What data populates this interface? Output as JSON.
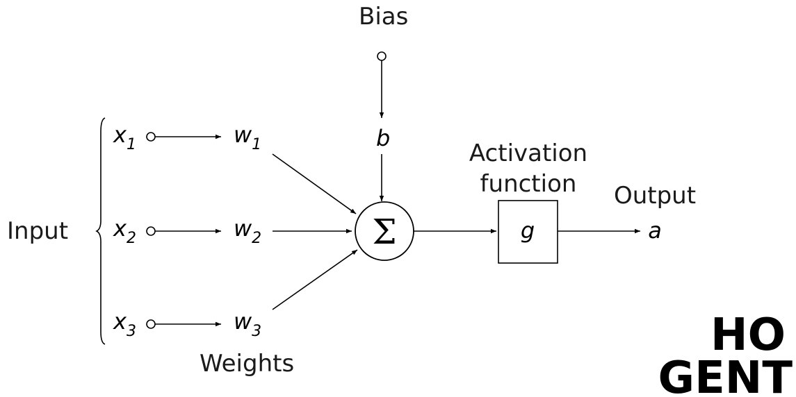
{
  "labels": {
    "input": "Input",
    "weights": "Weights",
    "bias": "Bias",
    "activation_line1": "Activation",
    "activation_line2": "function",
    "output": "Output"
  },
  "inputs": [
    {
      "var": "x",
      "sub": "1",
      "weight_var": "w",
      "weight_sub": "1"
    },
    {
      "var": "x",
      "sub": "2",
      "weight_var": "w",
      "weight_sub": "2"
    },
    {
      "var": "x",
      "sub": "3",
      "weight_var": "w",
      "weight_sub": "3"
    }
  ],
  "bias_symbol": "b",
  "sum_symbol": "Σ",
  "activation_symbol": "g",
  "output_symbol": "a",
  "logo": {
    "line1": "HO",
    "line2": "GENT"
  }
}
